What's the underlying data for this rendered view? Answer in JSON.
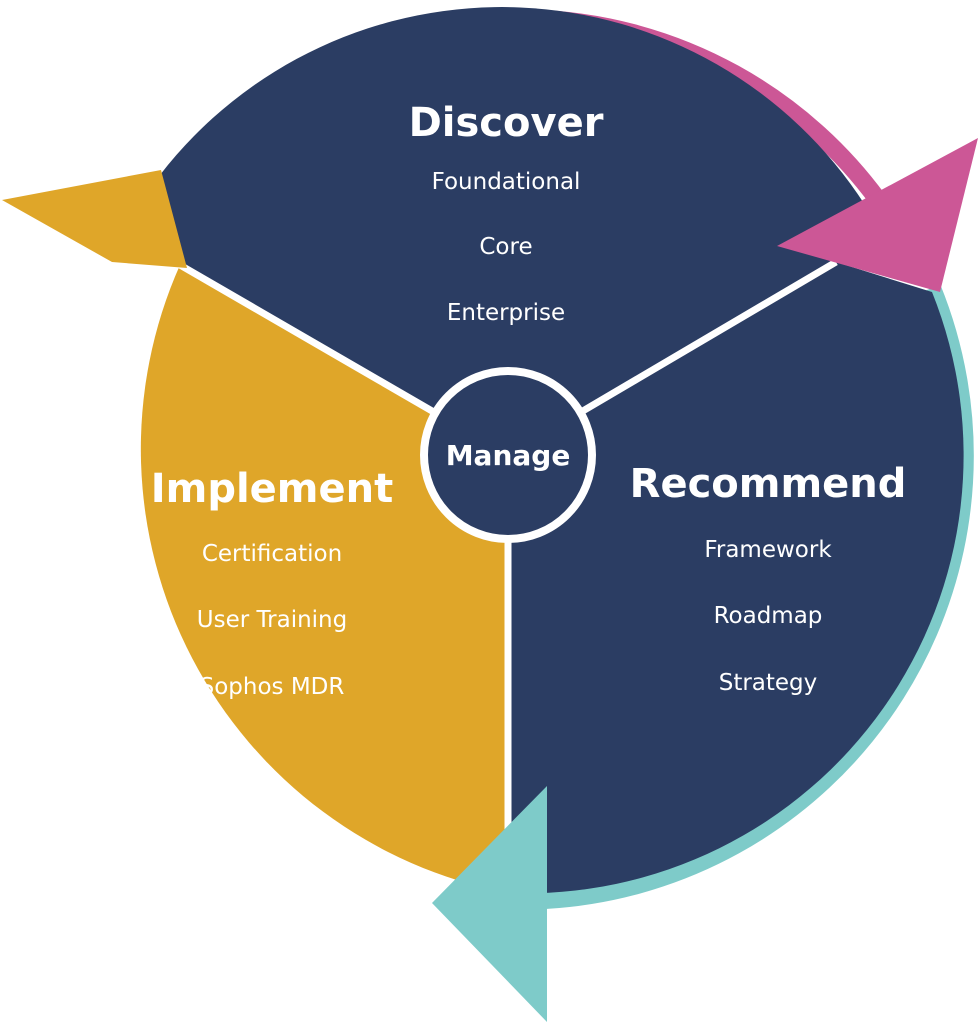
{
  "colors": {
    "navy": "#2b3d63",
    "gold": "#dfa629",
    "pink": "#cc5796",
    "teal": "#7ecbc9",
    "white": "#ffffff"
  },
  "center": {
    "label": "Manage"
  },
  "sections": {
    "discover": {
      "title": "Discover",
      "items": [
        "Foundational",
        "Core",
        "Enterprise"
      ]
    },
    "recommend": {
      "title": "Recommend",
      "items": [
        "Framework",
        "Roadmap",
        "Strategy"
      ]
    },
    "implement": {
      "title": "Implement",
      "items": [
        "Certification",
        "User Training",
        "Sophos MDR"
      ]
    }
  }
}
